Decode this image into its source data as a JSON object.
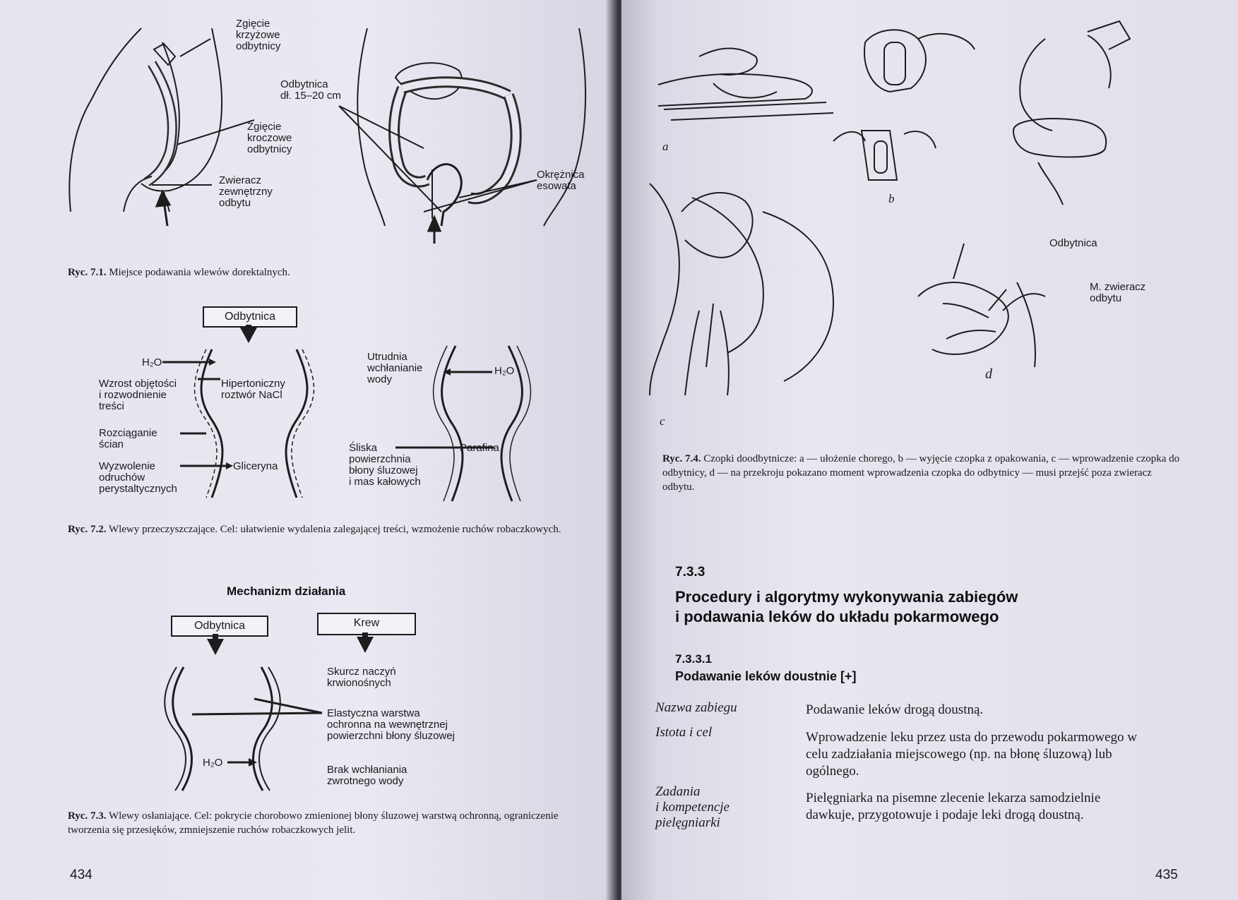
{
  "left_page": {
    "fig1": {
      "labels": {
        "zgiecie_krzyzowe": "Zgięcie\nkrzyżowe\nodbytnicy",
        "odbytnica_dl": "Odbytnica\ndł. 15–20 cm",
        "zgiecie_kroczowe": "Zgięcie\nkroczowe\nodbytnicy",
        "zwieracz": "Zwieracz\nzewnętrzny\nodbytu",
        "okreznica": "Okrężnica\nesowata"
      },
      "caption_label": "Ryc. 7.1.",
      "caption_text": " Miejsce podawania wlewów dorektalnych."
    },
    "fig2": {
      "box_label": "Odbytnica",
      "labels": {
        "h2o_left": "H₂O",
        "wzrost": "Wzrost objętości\ni rozwodnienie\ntreści",
        "hipertoniczny": "Hipertoniczny\nroztwór NaCl",
        "rozciaganie": "Rozciąganie\nścian",
        "wyzwolenie": "Wyzwolenie\nodruchów\nperystaltycznych",
        "gliceryna": "Gliceryna",
        "utrudnia": "Utrudnia\nwchłanianie\nwody",
        "h2o_right": "H₂O",
        "sliska": "Śliska\npowierzchnia\nbłony śluzowej\ni mas kałowych",
        "parafina": "Parafina"
      },
      "caption_label": "Ryc. 7.2.",
      "caption_text": " Wlewy przeczyszczające. Cel: ułatwienie wydalenia zalegającej treści, wzmożenie ruchów robaczkowych."
    },
    "fig3": {
      "title": "Mechanizm działania",
      "box_left": "Odbytnica",
      "box_right": "Krew",
      "labels": {
        "skurcz": "Skurcz naczyń\nkrwionośnych",
        "elastyczna": "Elastyczna warstwa\nochronna na wewnętrznej\npowierzchni błony śluzowej",
        "h2o": "H₂O",
        "brak": "Brak wchłaniania\nzwrotnego wody"
      },
      "caption_label": "Ryc. 7.3.",
      "caption_text": " Wlewy osłaniające. Cel: pokrycie chorobowo zmienionej błony śluzowej warstwą ochronną, ograniczenie tworzenia się przesięków, zmniejszenie ruchów robaczkowych jelit."
    },
    "page_number": "434"
  },
  "right_page": {
    "fig4": {
      "panel_a": "a",
      "panel_b": "b",
      "panel_c": "c",
      "panel_d": "d",
      "label_odbytnica": "Odbytnica",
      "label_zwieracz": "M. zwieracz\nodbytu",
      "caption_label": "Ryc. 7.4.",
      "caption_text": " Czopki doodbytnicze: a — ułożenie chorego, b — wyjęcie czopka z opakowania, c — wprowadzenie czopka do odbytnicy, d — na przekroju pokazano moment wprowadzenia czopka do odbytnicy — musi przejść poza zwieracz odbytu."
    },
    "section": {
      "number": "7.3.3",
      "title": "Procedury i algorytmy wykonywania zabiegów\ni podawania leków do układu pokarmowego"
    },
    "subsection": {
      "number": "7.3.3.1",
      "title": "Podawanie leków doustnie [+]"
    },
    "definitions": [
      {
        "term": "Nazwa zabiegu",
        "text": "Podawanie leków drogą doustną."
      },
      {
        "term": "Istota i cel",
        "text": "Wprowadzenie leku przez usta do przewodu pokarmowego w celu zadziałania miejscowego (np. na błonę śluzową) lub ogólnego."
      },
      {
        "term": "Zadania\ni kompetencje\npielęgniarki",
        "text": "Pielęgniarka na pisemne zlecenie lekarza samodzielnie dawkuje, przygotowuje i podaje leki drogą doustną."
      }
    ],
    "page_number": "435"
  }
}
